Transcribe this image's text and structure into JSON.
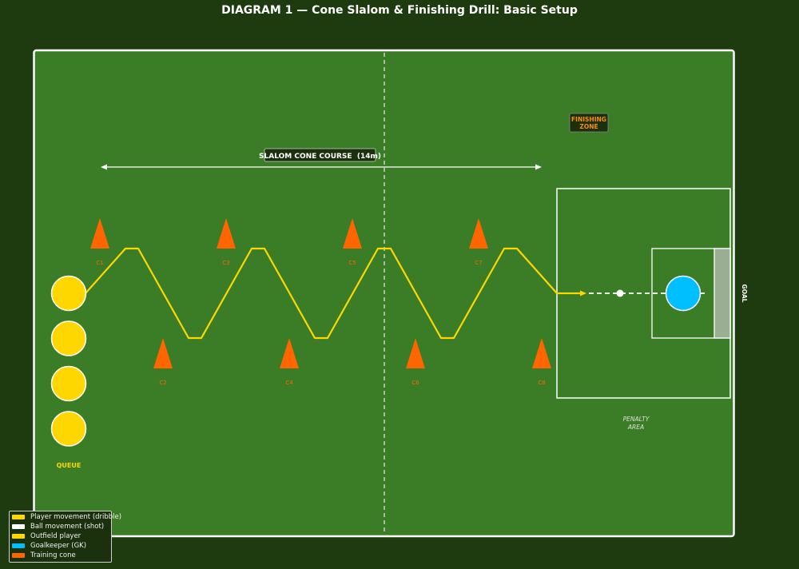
{
  "title": "DIAGRAM 1 — Cone Slalom & Finishing Drill: Basic Setup",
  "labels": {
    "course": "SLALOM CONE COURSE  (14m)",
    "finishing_zone_line1": "FINISHING",
    "finishing_zone_line2": "ZONE",
    "penalty_line1": "PENALTY",
    "penalty_line2": "AREA",
    "goal": "GOAL",
    "queue": "QUEUE"
  },
  "cones": [
    {
      "label": "C1",
      "row": "top"
    },
    {
      "label": "C2",
      "row": "bottom"
    },
    {
      "label": "C3",
      "row": "top"
    },
    {
      "label": "C4",
      "row": "bottom"
    },
    {
      "label": "C5",
      "row": "top"
    },
    {
      "label": "C6",
      "row": "bottom"
    },
    {
      "label": "C7",
      "row": "top"
    },
    {
      "label": "C8",
      "row": "bottom"
    }
  ],
  "queue_player_count": 4,
  "legend": [
    {
      "label": "Player movement (dribble)",
      "color": "#ffd700"
    },
    {
      "label": "Ball movement (shot)",
      "color": "#ffffff"
    },
    {
      "label": "Outfield player",
      "color": "#ffd700"
    },
    {
      "label": "Goalkeeper (GK)",
      "color": "#00bfff"
    },
    {
      "label": "Training cone",
      "color": "#ff6600"
    }
  ],
  "colors": {
    "pitch": "#3a7d26",
    "background": "#1e3a0f",
    "cone": "#ff6600",
    "cone_label": "#ff6600",
    "player": "#ffd700",
    "goalkeeper": "#00bfff",
    "lines": "#ffffff",
    "finishing_zone_text": "#ff8c00",
    "label_box": "#1b300d"
  }
}
